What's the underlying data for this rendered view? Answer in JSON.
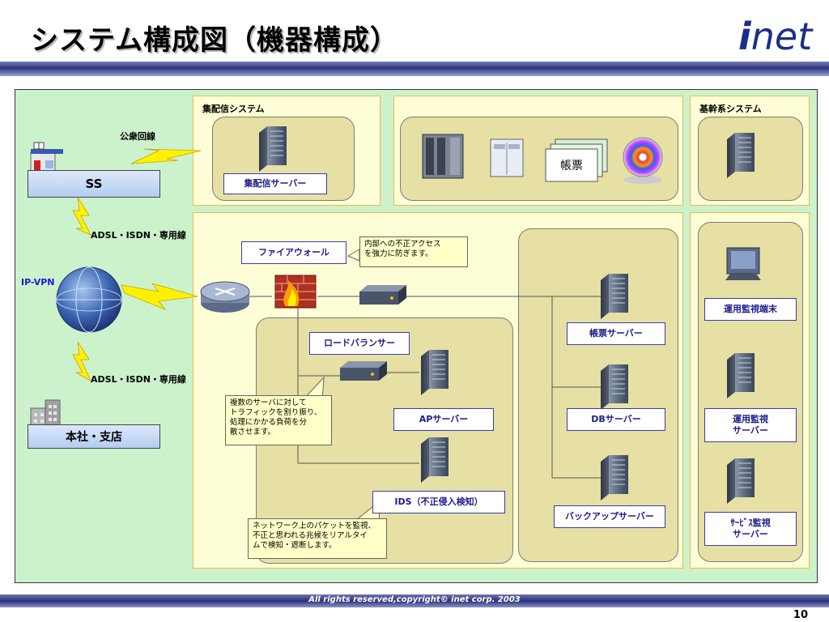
{
  "slide": {
    "title": "システム構成図（機器構成）",
    "logo_text": "net",
    "logo_mark": "i",
    "copyright": "All rights reserved,copyright© inet corp. 2003",
    "page_number": "10"
  },
  "zones": {
    "delivery": "集配信システム",
    "core": "基幹系システム"
  },
  "nodes": {
    "ss": "SS",
    "honsha": "本社・支店",
    "ipvpn": "IP-VPN",
    "delivery_server": "集配信サーバー",
    "firewall": "ファイアウォール",
    "load_balancer": "ロードバランサー",
    "ap_server": "APサーバー",
    "ids": "IDS（不正侵入検知）",
    "form_server": "帳票サーバー",
    "db_server": "DBサーバー",
    "backup_server": "バックアップサーバー",
    "ops_terminal": "運用監視端末",
    "ops_server_1": "運用監視",
    "ops_server_2": "サーバー",
    "svc_server_1": "ｻｰﾋﾞｽ監視",
    "svc_server_2": "サーバー",
    "form_doc": "帳票"
  },
  "links": {
    "public_line": "公衆回線",
    "adsl_top": "ADSL・ISDN・専用線",
    "adsl_bottom": "ADSL・ISDN・専用線"
  },
  "notes": {
    "firewall_1": "内部への不正アクセス",
    "firewall_2": "を強力に防ぎます。",
    "lb_1": "複数のサーバに対して",
    "lb_2": "トラフィックを割り振り、",
    "lb_3": "処理にかかる負荷を分",
    "lb_4": "散させます。",
    "ids_1": "ネットワーク上のパケットを監視、",
    "ids_2": "不正と思われる兆候をリアルタイ",
    "ids_3": "ムで検知・遮断します。"
  },
  "colors": {
    "panel": "#ccf2cc",
    "zone": "#fefed6",
    "zone_border": "#f0b850",
    "inner_box": "#e6e0a4",
    "label_blue": "#1c1cd6",
    "lightning": "#fff200"
  }
}
